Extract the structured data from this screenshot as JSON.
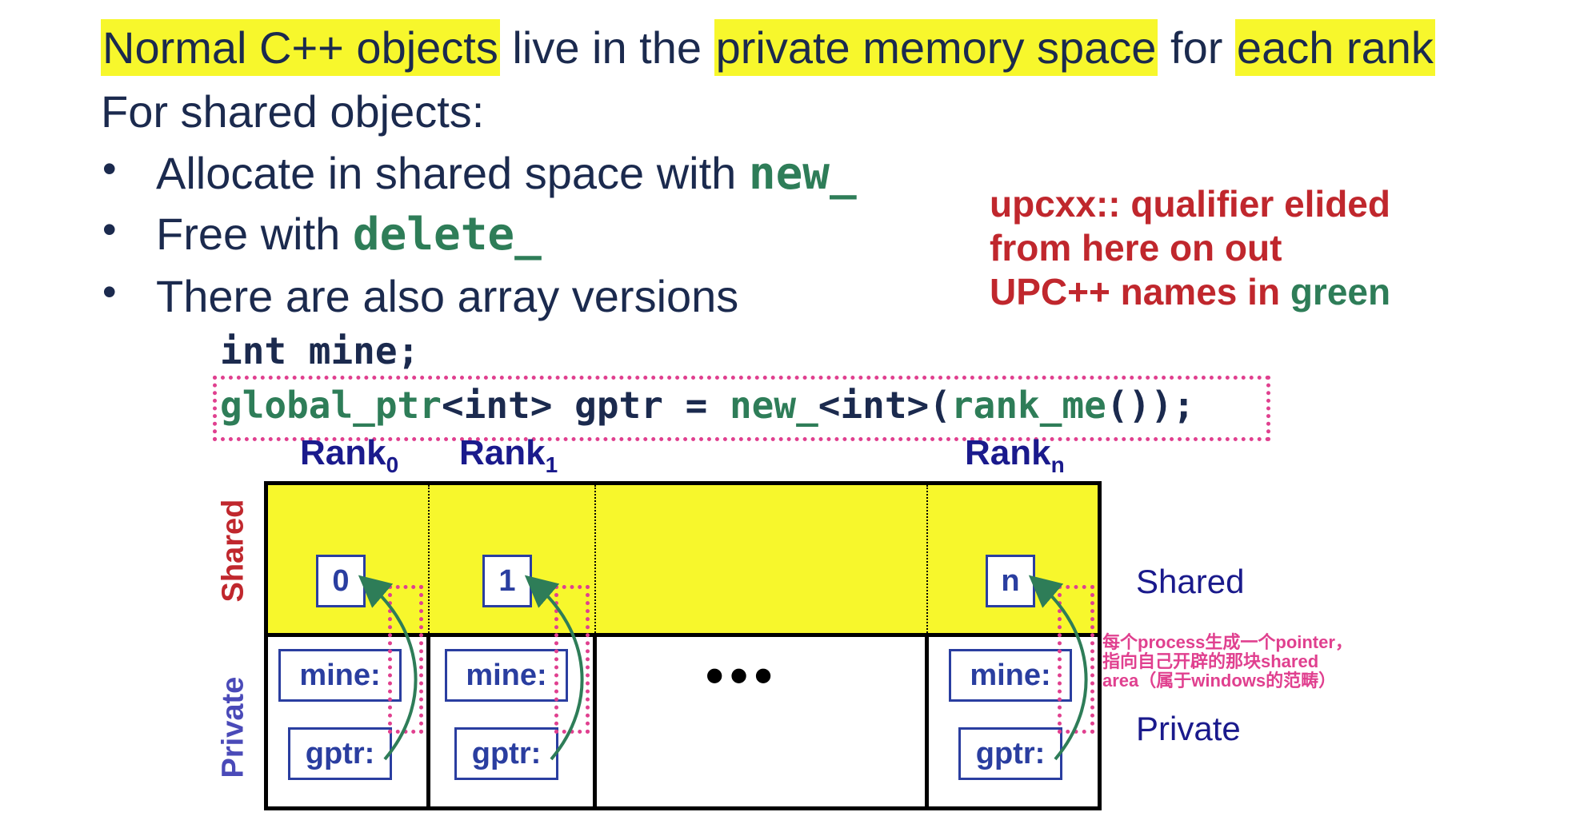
{
  "headline": {
    "hl1": "Normal C++ objects",
    "mid1": " live in the ",
    "hl2": "private memory space",
    "mid2": " for ",
    "hl3": "each rank"
  },
  "subheading": "For shared objects:",
  "bullets": [
    {
      "text": "Allocate in shared space with ",
      "code": "new_"
    },
    {
      "text": "Free with ",
      "code": "delete_"
    },
    {
      "text": "There are also array versions",
      "code": ""
    }
  ],
  "note": {
    "line1": "upcxx:: qualifier elided",
    "line2": "from here on out",
    "line3_prefix": "UPC++ names in ",
    "line3_green": "green"
  },
  "code": {
    "line1": "int mine;",
    "line2": {
      "p1": "global_ptr",
      "p2": "<int> gptr = ",
      "p3": "new_",
      "p4": "<int>(",
      "p5": "rank_me",
      "p6": "());"
    }
  },
  "ranks": [
    {
      "label": "Rank",
      "sub": "0",
      "value": "0",
      "mine_label": "mine:",
      "gptr_label": "gptr:"
    },
    {
      "label": "Rank",
      "sub": "1",
      "value": "1",
      "mine_label": "mine:",
      "gptr_label": "gptr:"
    },
    {
      "label": "Rank",
      "sub": "n",
      "value": "n",
      "mine_label": "mine:",
      "gptr_label": "gptr:"
    }
  ],
  "ellipsis": "•••",
  "axis": {
    "shared": "Shared",
    "private": "Private"
  },
  "side_labels": {
    "shared": "Shared",
    "private": "Private"
  },
  "annotation": {
    "line1": "每个process生成一个pointer，",
    "line2": "指向自己开辟的那块shared",
    "line3": "area（属于windows的范畴）"
  },
  "colors": {
    "highlight": "#f7f72c",
    "navy": "#1b2a4e",
    "green": "#2e7d58",
    "red": "#c0272d",
    "pink": "#e0408f",
    "blue": "#2a3ea0"
  }
}
